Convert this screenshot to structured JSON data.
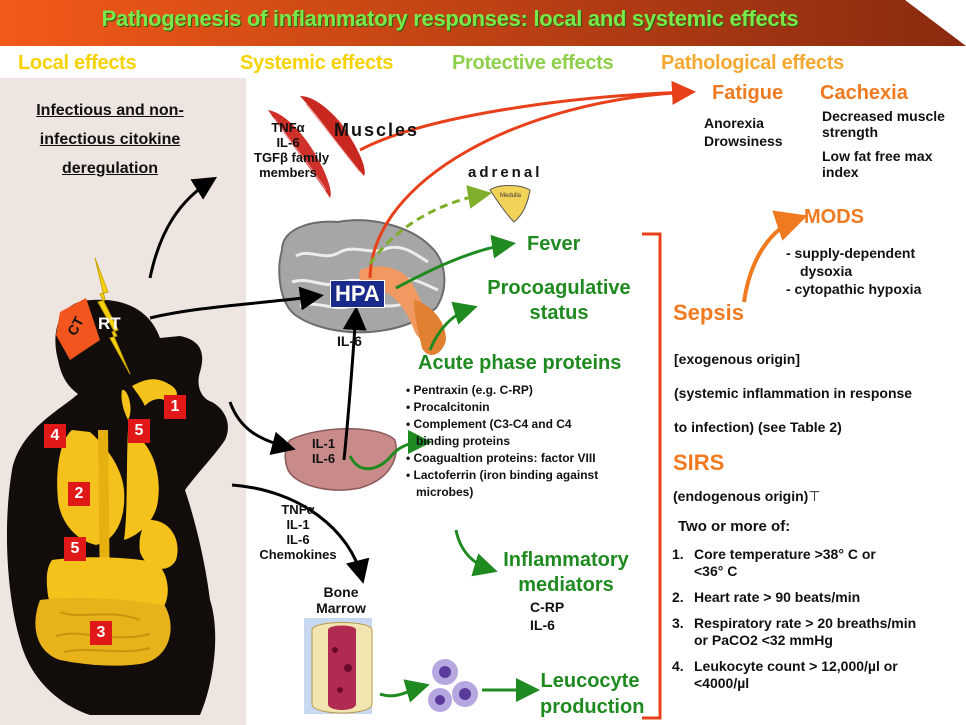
{
  "title": "Pathogenesis of inflammatory responses: local and systemic effects",
  "headers": {
    "local": "Local effects",
    "systemic": "Systemic effects",
    "protective": "Protective effects",
    "pathological": "Pathological effects"
  },
  "left_label": [
    "Infectious and non-",
    "infectious citokine",
    "deregulation"
  ],
  "rt_label": "RT",
  "ct_label": "CT",
  "body_numbers": [
    "1",
    "4",
    "5",
    "2",
    "5",
    "3"
  ],
  "muscles": {
    "label": "Muscles",
    "mediators": [
      "TNFα",
      "IL-6",
      "TGFβ family",
      "members"
    ]
  },
  "adrenal": {
    "label": "adrenal",
    "inner": "Medulla"
  },
  "hpa": "HPA",
  "hpa_il6": "IL-6",
  "liver_mediators": [
    "IL-1",
    "IL-6"
  ],
  "gut_mediators": [
    "TNFα",
    "IL-1",
    "IL-6",
    "Chemokines"
  ],
  "bone_marrow": [
    "Bone",
    "Marrow"
  ],
  "fatigue": {
    "label": "Fatigue",
    "items": [
      "Anorexia",
      "Drowsiness"
    ]
  },
  "cachexia": {
    "label": "Cachexia",
    "items": [
      "Decreased muscle",
      "strength",
      "Low fat free max",
      "index"
    ]
  },
  "fever": "Fever",
  "procoagulative": [
    "Procoagulative",
    "status"
  ],
  "acute_phase": {
    "title": "Acute phase proteins",
    "items": [
      "Pentraxin (e.g. C-RP)",
      "Procalcitonin",
      "Complement (C3-C4 and C4",
      "binding proteins",
      "Coagualtion proteins: factor VIII",
      "Lactoferrin (iron binding against",
      "microbes)"
    ]
  },
  "inflammatory_mediators": {
    "title": [
      "Inflammatory",
      "mediators"
    ],
    "items": [
      "C-RP",
      "IL-6"
    ]
  },
  "leucocyte": [
    "Leucocyte",
    "production"
  ],
  "mods": {
    "title": "MODS",
    "items": [
      "- supply-dependent",
      "dysoxia",
      "- cytopathic hypoxia"
    ]
  },
  "sepsis": {
    "title": "Sepsis",
    "lines": [
      "[exogenous origin]",
      "(systemic inflammation in response",
      "to infection) (see Table 2)"
    ]
  },
  "sirs": {
    "title": "SIRS",
    "origin": "(endogenous origin)",
    "origin_mark": "⊤",
    "criteria_title": "Two or more of:",
    "criteria": [
      {
        "n": "1.",
        "lines": [
          "Core temperature >38°   C or",
          "<36°   C"
        ]
      },
      {
        "n": "2.",
        "lines": [
          "Heart rate > 90 beats/min"
        ]
      },
      {
        "n": "3.",
        "lines": [
          "Respiratory rate > 20 breaths/min",
          "or PaCO2 <32 mmHg"
        ]
      },
      {
        "n": "4.",
        "lines": [
          "Leukocyte count > 12,000/µl  or",
          "<4000/µl"
        ]
      }
    ]
  },
  "colors": {
    "banner_start": "#f25a18",
    "banner_end": "#8a2a10",
    "green": "#1f8a1f",
    "orange": "#f07a20",
    "red_arrow": "#e8401a",
    "box": "#e01818"
  }
}
